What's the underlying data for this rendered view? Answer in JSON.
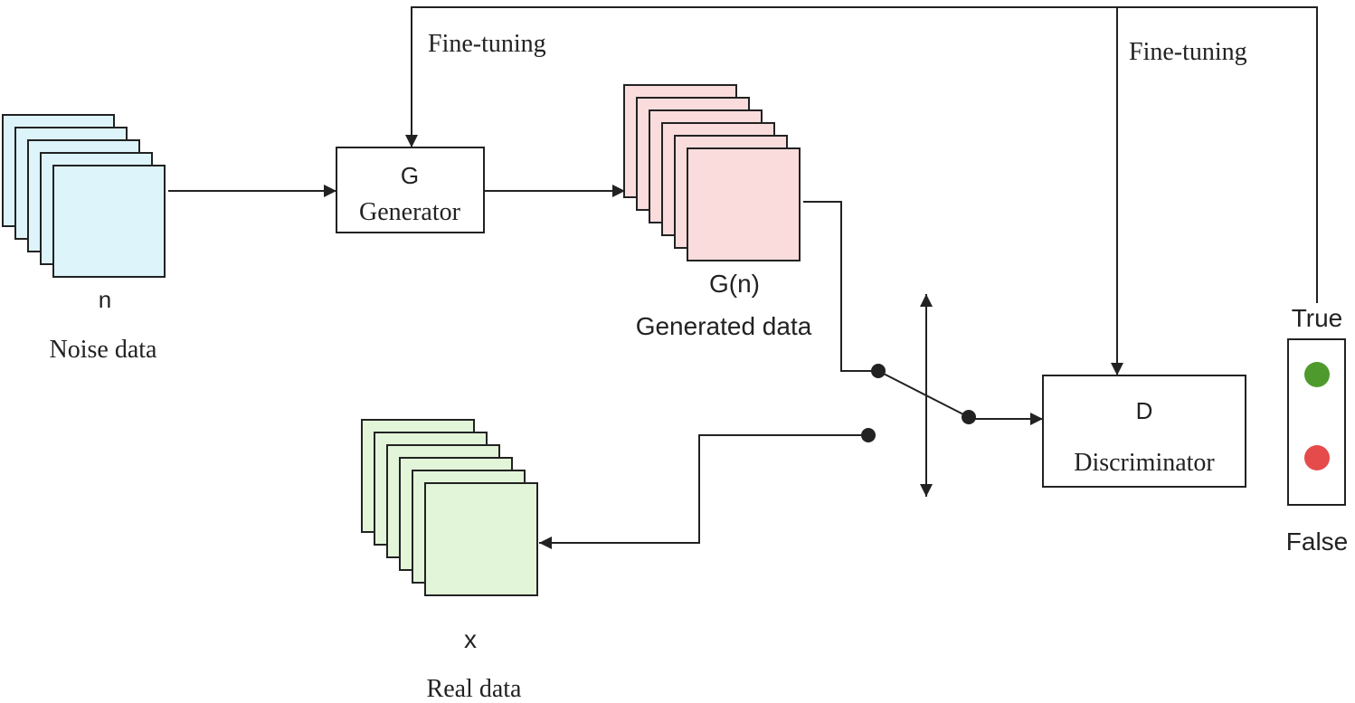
{
  "colors": {
    "noise_fill": "#dcf4fa",
    "generated_fill": "#fadcdc",
    "real_fill": "#e2f5d9",
    "true_light": "#4f9a2c",
    "false_light": "#e54b4b",
    "line": "#222222"
  },
  "feedback": {
    "generator_label": "Fine-tuning",
    "discriminator_label": "Fine-tuning"
  },
  "noise": {
    "symbol": "n",
    "label": "Noise data"
  },
  "generator": {
    "symbol": "G",
    "label": "Generator"
  },
  "generated": {
    "symbol": "G(n)",
    "label": "Generated data"
  },
  "real": {
    "symbol": "x",
    "label": "Real data"
  },
  "discriminator": {
    "symbol": "D",
    "label": "Discriminator"
  },
  "output": {
    "true_label": "True",
    "false_label": "False"
  }
}
